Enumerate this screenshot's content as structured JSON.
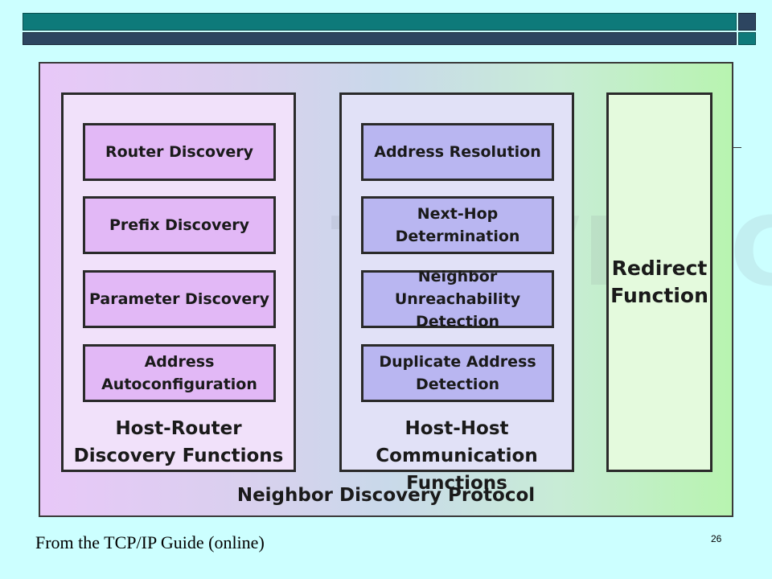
{
  "theme": {
    "background": "#ccffff",
    "bar_teal": "#0e7a7a",
    "bar_navy": "#2d4560"
  },
  "diagram": {
    "watermark": "The TCP/IP Guide",
    "groups": {
      "host_router": {
        "title": "Host-Router\nDiscovery Functions",
        "functions": [
          "Router Discovery",
          "Prefix Discovery",
          "Parameter Discovery",
          "Address\nAutoconfiguration"
        ]
      },
      "host_host": {
        "title": "Host-Host\nCommunication Functions",
        "functions": [
          "Address Resolution",
          "Next-Hop Determination",
          "Neighbor Unreachability\nDetection",
          "Duplicate Address\nDetection"
        ]
      },
      "redirect": {
        "label": "Redirect\nFunction"
      }
    },
    "protocol_label": "Neighbor Discovery Protocol"
  },
  "footer": {
    "caption": "From the TCP/IP Guide (online)",
    "page_number": "26"
  }
}
